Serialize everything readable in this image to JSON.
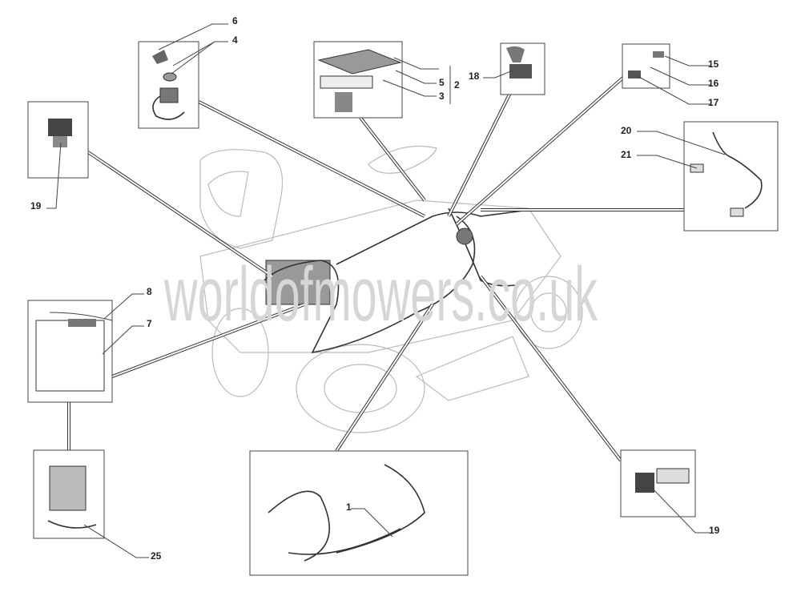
{
  "diagram": {
    "watermark": "worldofmowers.co.uk",
    "callouts": {
      "c6": "6",
      "c4": "4",
      "c5": "5",
      "c3": "3",
      "c2": "2",
      "c18": "18",
      "c15": "15",
      "c16": "16",
      "c17": "17",
      "c20": "20",
      "c21": "21",
      "c19_left": "19",
      "c19_right": "19",
      "c8": "8",
      "c7": "7",
      "c1": "1",
      "c25": "25"
    }
  }
}
